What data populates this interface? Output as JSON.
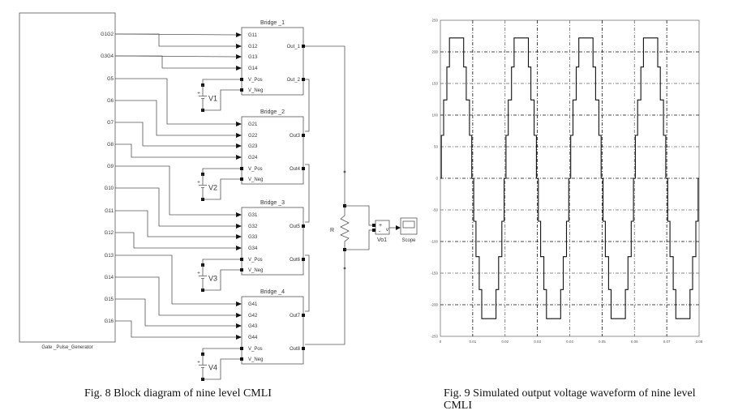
{
  "figures": {
    "fig8": {
      "caption": "Fig. 8 Block diagram of nine level CMLI",
      "generator": {
        "label": "Gate _Pulse_Generator",
        "outputs": [
          "G1G2",
          "G3G4",
          "G5",
          "G6",
          "G7",
          "G8",
          "G9",
          "G10",
          "G11",
          "G12",
          "G13",
          "G14",
          "G15",
          "G16"
        ]
      },
      "bridges": [
        {
          "title": "Bridge _1",
          "inputs": [
            "G11",
            "G12",
            "G13",
            "G14"
          ],
          "pos": "V_Pos",
          "neg": "V_Neg",
          "outputs": [
            "Out_1",
            "Out_2"
          ],
          "source": "V1"
        },
        {
          "title": "Bridge _2",
          "inputs": [
            "G21",
            "G22",
            "G23",
            "G24"
          ],
          "pos": "V_Pos",
          "neg": "V_Neg",
          "outputs": [
            "Out3",
            "Out4"
          ],
          "source": "V2"
        },
        {
          "title": "Bridge _3",
          "inputs": [
            "G31",
            "G32",
            "G33",
            "G34"
          ],
          "pos": "V_Pos",
          "neg": "V_Neg",
          "outputs": [
            "Out5",
            "Out6"
          ],
          "source": "V3"
        },
        {
          "title": "Bridge _4",
          "inputs": [
            "G41",
            "G42",
            "G43",
            "G44"
          ],
          "pos": "V_Pos",
          "neg": "V_Neg",
          "outputs": [
            "Out7",
            "Out8"
          ],
          "source": "V4"
        }
      ],
      "load": {
        "resistor_label": "R",
        "voltmeter_label": "Vo1",
        "voltmeter_plus": "+",
        "voltmeter_minus": "-",
        "voltmeter_symbol": "v",
        "scope_label": "Scope"
      },
      "source_plus": "+"
    },
    "fig9": {
      "caption": "Fig. 9 Simulated output voltage waveform of nine level CMLI"
    }
  },
  "chart_data": {
    "type": "line",
    "title": "",
    "xlabel": "",
    "ylabel": "",
    "xlim": [
      0,
      0.08
    ],
    "ylim": [
      -250,
      250
    ],
    "xticks": [
      0,
      0.01,
      0.02,
      0.03,
      0.04,
      0.05,
      0.06,
      0.07,
      0.08
    ],
    "xtick_labels": [
      "0",
      "0.01",
      "0.02",
      "0.03",
      "0.04",
      "0.05",
      "0.06",
      "0.07",
      "0.08"
    ],
    "yticks": [
      250,
      200,
      150,
      100,
      50,
      0,
      -50,
      -100,
      -150,
      -200,
      -250
    ],
    "ytick_labels": [
      "250",
      "200",
      "150",
      "100",
      "50",
      "0",
      "-50",
      "-100",
      "-150",
      "-200",
      "-250"
    ],
    "grid": true,
    "legend": "none",
    "period": 0.02,
    "levels": [
      0,
      68,
      124,
      176,
      222
    ],
    "step_times_half_cycle": [
      0.0003,
      0.001,
      0.002,
      0.0028,
      0.0072,
      0.008,
      0.009,
      0.0097
    ],
    "series": [
      {
        "name": "Vo1",
        "description": "nine-level staircase waveform, 4 cycles"
      }
    ]
  }
}
